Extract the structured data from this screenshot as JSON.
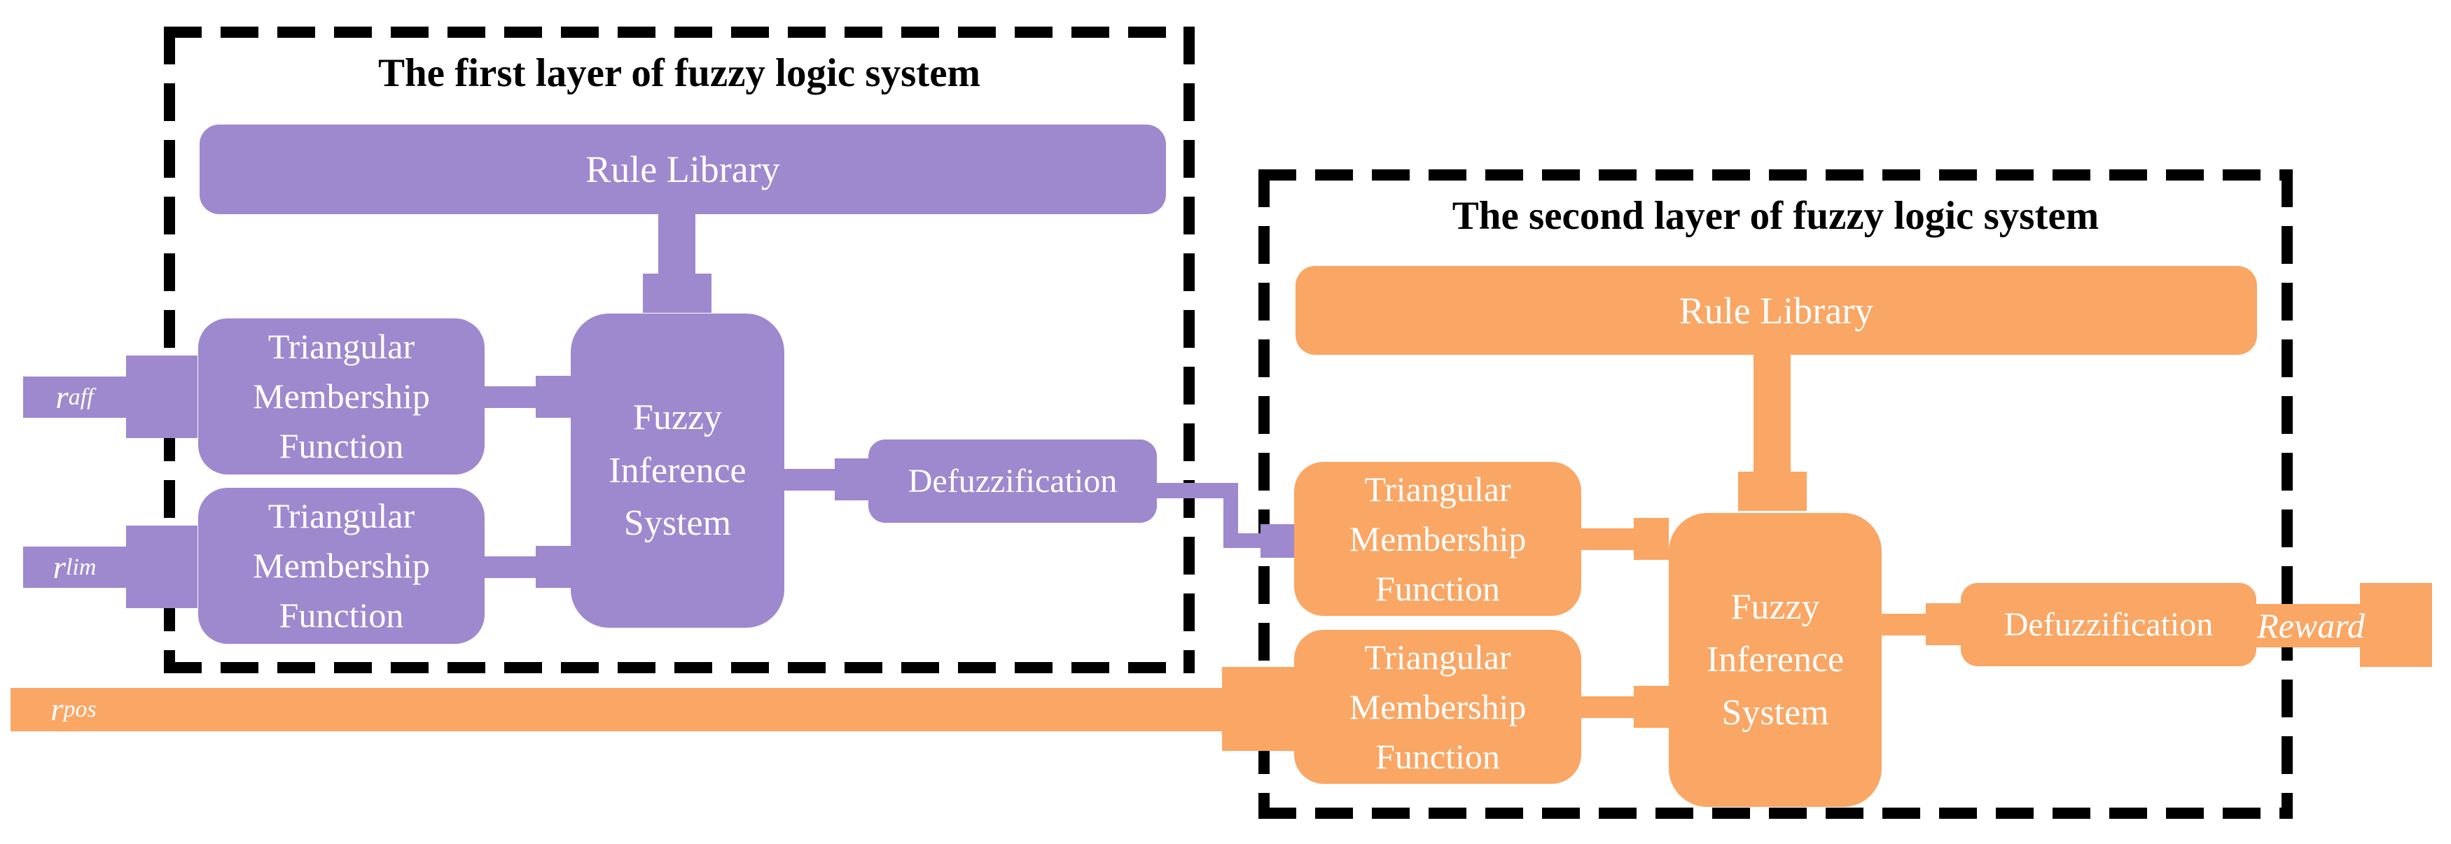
{
  "colors": {
    "purple": "#9E88CE",
    "orange": "#FAA664",
    "border": "#000000",
    "background": "#FFFFFF",
    "text": "#FFFFFF",
    "title": "#000000"
  },
  "layer1": {
    "title": "The first layer of fuzzy logic system",
    "rule_library": "Rule Library",
    "tmf_top": "Triangular Membership Function",
    "tmf_bottom": "Triangular Membership Function",
    "fis": "Fuzzy Inference System",
    "defuzzification": "Defuzzification"
  },
  "layer2": {
    "title": "The second layer of fuzzy logic system",
    "rule_library": "Rule Library",
    "tmf_top": "Triangular Membership Function",
    "tmf_bottom": "Triangular Membership Function",
    "fis": "Fuzzy Inference System",
    "defuzzification": "Defuzzification"
  },
  "inputs": {
    "r_aff": {
      "base": "r",
      "sub": "aff"
    },
    "r_lim": {
      "base": "r",
      "sub": "lim"
    },
    "r_pos": {
      "base": "r",
      "sub": "pos"
    }
  },
  "output": {
    "reward": "Reward"
  }
}
